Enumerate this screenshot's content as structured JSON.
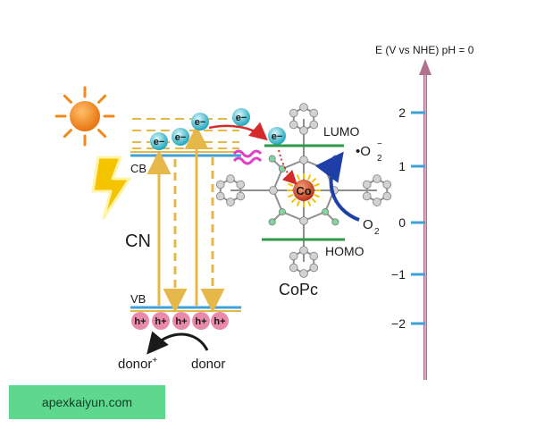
{
  "scale": {
    "title": "E (V vs NHE) pH = 0",
    "ticks": [
      "2",
      "1",
      "0",
      "−1",
      "−2"
    ]
  },
  "labels": {
    "cn": "CN",
    "cb": "CB",
    "vb": "VB",
    "copc": "CoPc",
    "lumo": "LUMO",
    "homo": "HOMO",
    "co": "Co",
    "electron": "e−",
    "hole": "h+",
    "o2_main": "O",
    "o2_sub": "2",
    "superoxide_dot": "•O",
    "superoxide_sub": "2",
    "superoxide_sup": "−",
    "donor": "donor",
    "donor_plus": "donor",
    "donor_plus_sup": "+"
  },
  "watermark": "apexkaiyun.com",
  "colors": {
    "band_line": "#3fa0d8",
    "excitation": "#e6b84a",
    "electron": "#29b6c9",
    "hole": "#e98aa8",
    "orbital": "#2e9a4a",
    "scale_axis": "#b0708f",
    "transfer_arrow": "#d42a2a",
    "o2_arrow": "#1f3fa8",
    "oxygen_text": "#d42a2a",
    "sun": "#f08a1c",
    "lightning": "#f5c400"
  },
  "icons": [
    "sun-icon",
    "lightning-icon",
    "wave-icon",
    "copc-molecule-icon"
  ]
}
